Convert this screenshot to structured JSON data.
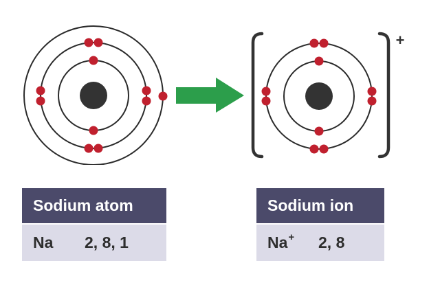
{
  "colors": {
    "nucleus": "#333333",
    "shell": "#2b2b2b",
    "electron": "#c0202e",
    "arrow": "#2c9e4b",
    "bracket": "#333333",
    "table_header": "#4b4a6a",
    "table_row": "#dcdbe8",
    "table_text": "#2e2e2e"
  },
  "atom": {
    "title": "Sodium atom",
    "symbol": "Na",
    "charge": "",
    "configuration": "2, 8, 1",
    "shells": [
      2,
      8,
      1
    ]
  },
  "ion": {
    "title": "Sodium ion",
    "symbol": "Na",
    "charge": "+",
    "configuration": "2, 8",
    "shells": [
      2,
      8
    ],
    "bracket_charge": "+"
  },
  "icons": {
    "arrow": "right-arrow-icon"
  }
}
